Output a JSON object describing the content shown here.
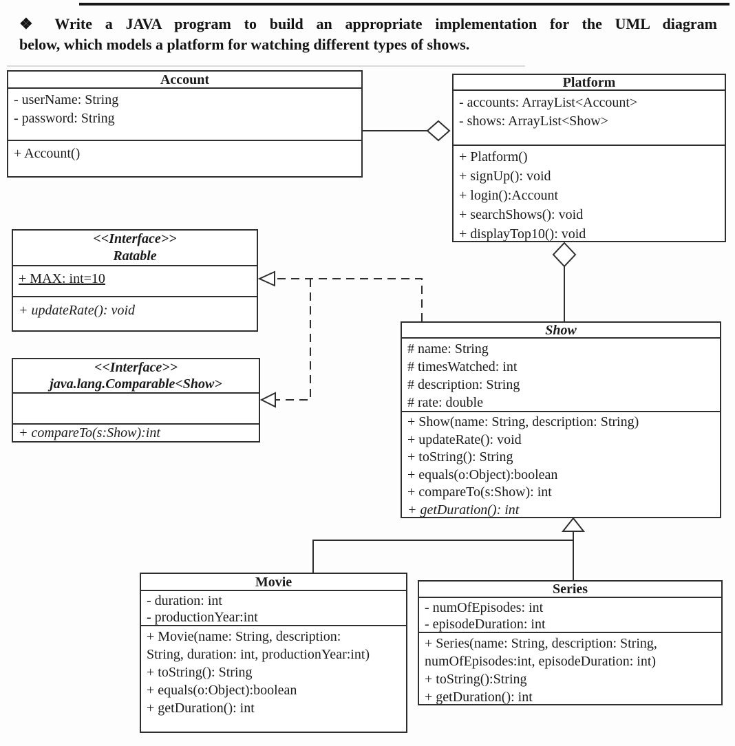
{
  "heading": {
    "line1": "❖ Write a JAVA program to build an appropriate implementation for the UML diagram",
    "line2": "below, which models a platform for watching different types of shows."
  },
  "classes": {
    "account": {
      "title": "Account",
      "attributes": [
        "- userName: String",
        "- password: String"
      ],
      "methods": [
        "+ Account()"
      ]
    },
    "platform": {
      "title": "Platform",
      "attributes": [
        "- accounts: ArrayList<Account>",
        "- shows: ArrayList<Show>"
      ],
      "methods": [
        "+ Platform()",
        "+ signUp(): void",
        "+ login():Account",
        "+ searchShows(): void",
        "+ displayTop10(): void"
      ]
    },
    "ratable": {
      "stereotype": "<<Interface>>",
      "title": "Ratable",
      "attributes": [
        "+ MAX: int=10"
      ],
      "methods": [
        "+ updateRate(): void"
      ]
    },
    "comparable": {
      "stereotype": "<<Interface>>",
      "title": "java.lang.Comparable<Show>",
      "attributes": [],
      "methods": [
        "+ compareTo(s:Show):int"
      ]
    },
    "show": {
      "title": "Show",
      "attributes": [
        "# name: String",
        "# timesWatched: int",
        "# description: String",
        "# rate: double"
      ],
      "methods": [
        "+ Show(name: String, description: String)",
        "+ updateRate(): void",
        "+ toString(): String",
        "+ equals(o:Object):boolean",
        "+ compareTo(s:Show): int",
        "+ getDuration(): int"
      ]
    },
    "movie": {
      "title": "Movie",
      "attributes": [
        "- duration: int",
        "- productionYear:int"
      ],
      "method_lines": [
        "+ Movie(name: String, description:",
        "String, duration: int, productionYear:int)",
        "+ toString(): String",
        "+ equals(o:Object):boolean",
        "+ getDuration(): int"
      ]
    },
    "series": {
      "title": "Series",
      "attributes": [
        "- numOfEpisodes: int",
        "- episodeDuration: int"
      ],
      "method_lines": [
        "+ Series(name: String, description: String,",
        "numOfEpisodes:int, episodeDuration: int)",
        "+ toString():String",
        "+ getDuration(): int"
      ]
    }
  },
  "relationships": [
    {
      "from": "Account",
      "to": "Platform",
      "type": "aggregation"
    },
    {
      "from": "Show",
      "to": "Platform",
      "type": "aggregation"
    },
    {
      "from": "Show",
      "to": "Ratable",
      "type": "realization"
    },
    {
      "from": "Show",
      "to": "java.lang.Comparable<Show>",
      "type": "realization"
    },
    {
      "from": "Movie",
      "to": "Show",
      "type": "generalization"
    },
    {
      "from": "Series",
      "to": "Show",
      "type": "generalization"
    }
  ],
  "colors": {
    "ink": "#1b1b1b",
    "line": "#2e2e2e",
    "background": "#fdfdfd"
  }
}
